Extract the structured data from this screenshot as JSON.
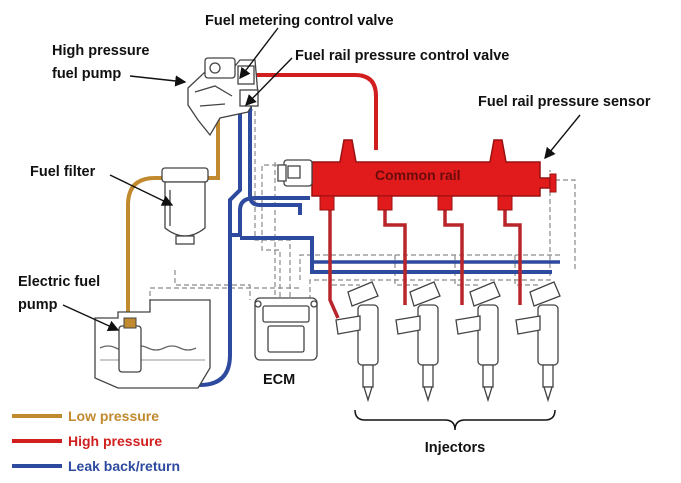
{
  "labels": {
    "fuel_metering_control_valve": "Fuel metering control valve",
    "high_pressure_fuel_pump_line1": "High pressure",
    "high_pressure_fuel_pump_line2": "fuel pump",
    "fuel_rail_pressure_control_valve": "Fuel rail pressure control valve",
    "fuel_rail_pressure_sensor": "Fuel rail pressure sensor",
    "fuel_filter": "Fuel filter",
    "common_rail": "Common rail",
    "electric_fuel_pump_line1": "Electric fuel",
    "electric_fuel_pump_line2": "pump",
    "ecm": "ECM",
    "injectors": "Injectors"
  },
  "legend": [
    {
      "label": "Low pressure",
      "color": "#c28a2e"
    },
    {
      "label": "High pressure",
      "color": "#d11f1f"
    },
    {
      "label": "Leak back/return",
      "color": "#2d4a9e"
    }
  ],
  "colors": {
    "low_pressure": "#c28a2e",
    "high_pressure": "#d11f1f",
    "return": "#2d4a9e",
    "rail_fill": "#e11b1b",
    "component_gray": "#555555"
  }
}
